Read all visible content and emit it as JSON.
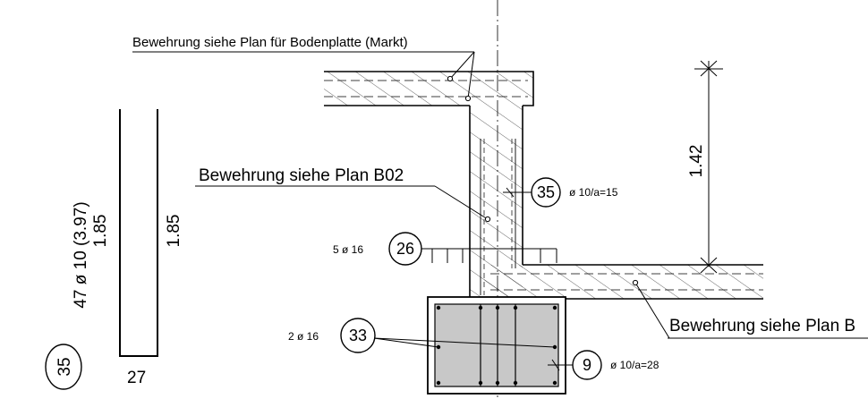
{
  "callouts": {
    "top": "Bewehrung siehe Plan für Bodenplatte (Markt)",
    "left": "Bewehrung siehe Plan B02",
    "right": "Bewehrung siehe Plan B"
  },
  "bar_shape": {
    "mark": "35",
    "spec": "47 ø 10 (3.97)",
    "leg_left": "1.85",
    "leg_right": "1.85",
    "base": "27"
  },
  "dimension": {
    "value": "1.42"
  },
  "marks": [
    {
      "id": "35",
      "text": "ø 10/a=15"
    },
    {
      "id": "26",
      "text": "5 ø 16"
    },
    {
      "id": "33",
      "text": "2 ø 16"
    },
    {
      "id": "9",
      "text": "ø 10/a=28"
    }
  ],
  "colors": {
    "line": "#000000",
    "section_fill": "#c8c8c8",
    "background": "#ffffff"
  }
}
